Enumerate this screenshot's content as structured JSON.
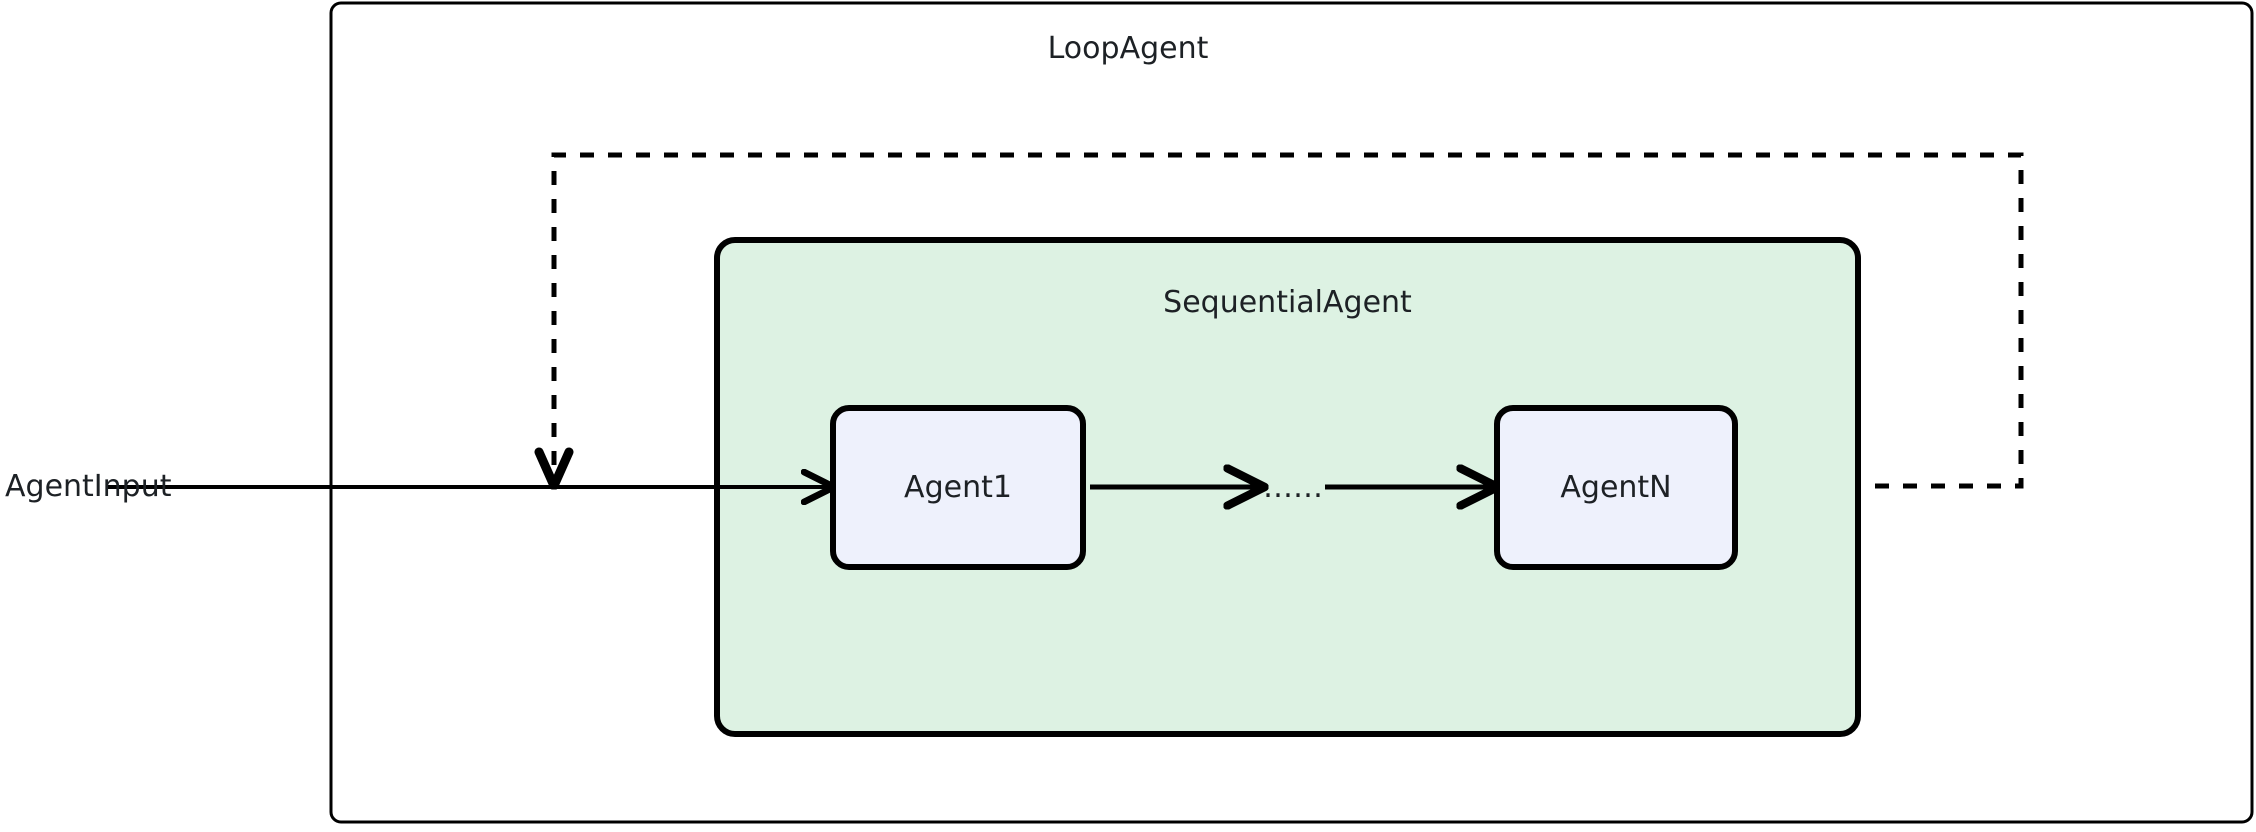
{
  "diagram": {
    "type": "agent-architecture-flow",
    "title": "LoopAgent",
    "outer_container": {
      "label": "LoopAgent",
      "name": "loop-agent-container",
      "style": "solid-thin-border",
      "fill": "#ffffff",
      "stroke": "#000000"
    },
    "inner_container": {
      "label": "SequentialAgent",
      "name": "sequential-agent-container",
      "style": "solid-thick-border-rounded",
      "fill": "#ddf2e3",
      "stroke": "#000000"
    },
    "nodes": [
      {
        "id": "agent1",
        "label": "Agent1",
        "fill": "#eef1fc",
        "stroke": "#000000"
      },
      {
        "id": "agentn",
        "label": "AgentN",
        "fill": "#eef1fc",
        "stroke": "#000000"
      }
    ],
    "ellipsis": "……",
    "input_label": "AgentInput",
    "edges": [
      {
        "id": "input-to-agent1",
        "from": "AgentInput",
        "to": "Agent1",
        "style": "solid",
        "arrow": true
      },
      {
        "id": "agent1-to-ellipsis",
        "from": "Agent1",
        "to": "……",
        "style": "solid",
        "arrow": true
      },
      {
        "id": "ellipsis-to-agentn",
        "from": "……",
        "to": "AgentN",
        "style": "solid",
        "arrow": true
      },
      {
        "id": "loop-back",
        "from": "AgentN",
        "to": "Agent1",
        "style": "dashed",
        "arrow": true,
        "note": "loop back edge"
      }
    ],
    "colors": {
      "text": "#1d2125",
      "stroke": "#000000",
      "sequential_fill": "#ddf2e3",
      "agent_fill": "#eef1fc",
      "background": "#ffffff"
    }
  }
}
